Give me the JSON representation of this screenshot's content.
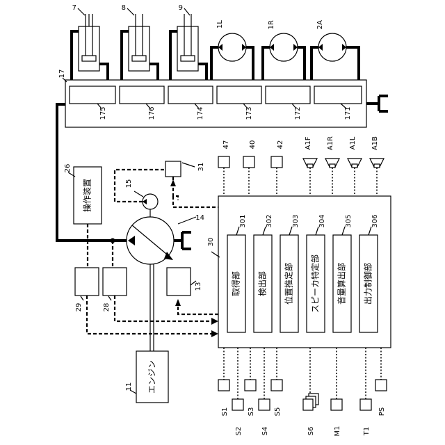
{
  "labels": {
    "n7": "7",
    "n8": "8",
    "n9": "9",
    "n1L": "1L",
    "n1R": "1R",
    "n2A": "2A",
    "n17": "17",
    "n175": "175",
    "n176": "176",
    "n174": "174",
    "n173": "173",
    "n172": "172",
    "n171": "171",
    "n47": "47",
    "n40": "40",
    "n42": "42",
    "nA1F": "A1F",
    "nA1R": "A1R",
    "nA1L": "A1L",
    "nA1B": "A1B",
    "n26": "26",
    "n31": "31",
    "n15": "15",
    "n14": "14",
    "n30": "30",
    "n301": "301",
    "n302": "302",
    "n303": "303",
    "n304": "304",
    "n305": "305",
    "n306": "306",
    "n29": "29",
    "n28": "28",
    "n13": "13",
    "n11": "11",
    "nS1": "S1",
    "nS2": "S2",
    "nS3": "S3",
    "nS4": "S4",
    "nS5": "S5",
    "nS6": "S6",
    "nM1": "M1",
    "nT1": "T1",
    "nPS": "PS"
  },
  "blocks": {
    "operation_device": "操作装置",
    "engine": "エンジン",
    "b301": "取得部",
    "b302": "検出部",
    "b303": "位置推定部",
    "b304": "スピーカ特定部",
    "b305": "音量算出部",
    "b306": "出力制御部"
  }
}
